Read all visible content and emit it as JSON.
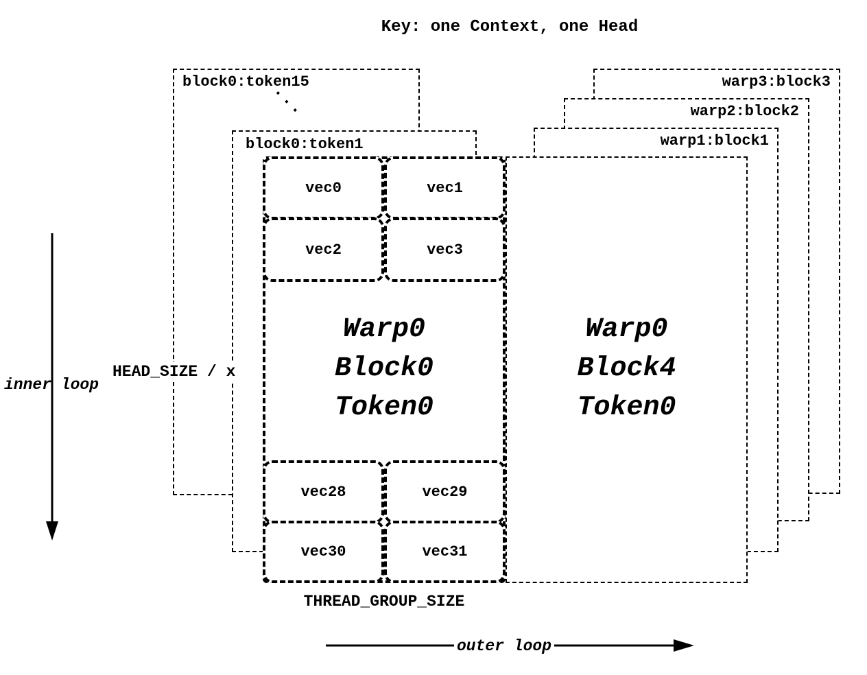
{
  "title": "Key: one Context, one Head",
  "left_stack": {
    "back_label": "block0:token15",
    "dots": "···",
    "front_label": "block0:token1"
  },
  "right_stack": {
    "warp3": "warp3:block3",
    "warp2": "warp2:block2",
    "warp1": "warp1:block1"
  },
  "main_block": {
    "vec0": "vec0",
    "vec1": "vec1",
    "vec2": "vec2",
    "vec3": "vec3",
    "vec28": "vec28",
    "vec29": "vec29",
    "vec30": "vec30",
    "vec31": "vec31",
    "line1": "Warp0",
    "line2": "Block0",
    "line3": "Token0"
  },
  "right_block": {
    "line1": "Warp0",
    "line2": "Block4",
    "line3": "Token0"
  },
  "annotations": {
    "inner_loop": "inner loop",
    "head_size": "HEAD_SIZE / x",
    "thread_group_size": "THREAD_GROUP_SIZE",
    "outer_loop": "outer loop"
  },
  "colors": {
    "ink": "#000000",
    "background": "#ffffff"
  }
}
